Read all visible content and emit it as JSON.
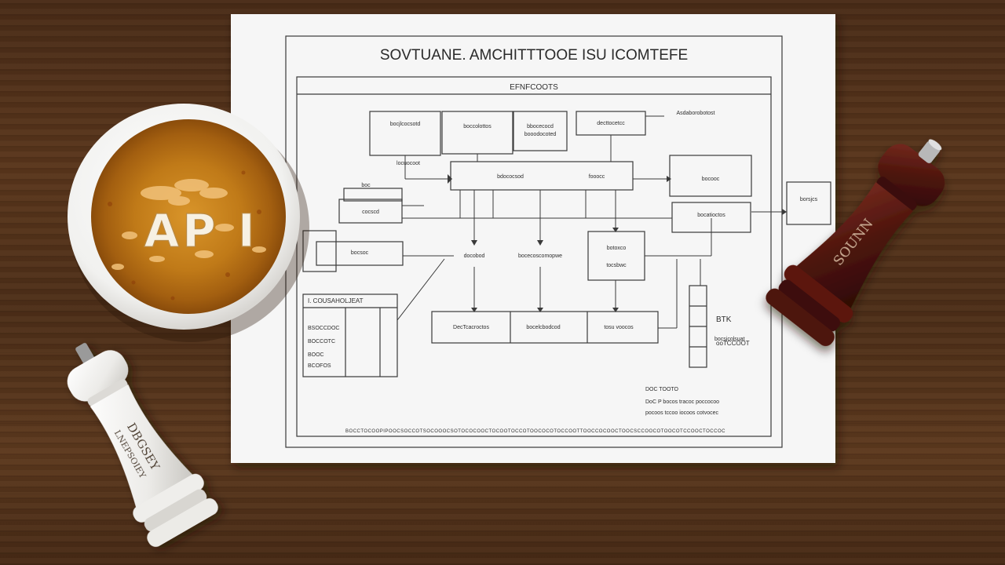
{
  "paper": {
    "title": "SOVTUANE. AMCHITTTOOE ISU ICOMTEFE",
    "frame_label": "EFNFCOOTS",
    "nodes": [
      "bocjlcocsotd",
      "boccolottos",
      "bbocecocd",
      "booodocoted",
      "decttocetcc",
      "locuocoot",
      "Asdaborobotost",
      "bdococsod",
      "fooocc",
      "bocooc",
      "bocatioctos",
      "borsjcs",
      "boc",
      "cocscd",
      "bocsoc",
      "docobod",
      "bocecoscomopwe",
      "botoxco",
      "tocsbwc",
      "DecTcacroctos",
      "bocelcbodcod",
      "tosu voocos",
      "bocsjcolsuat"
    ],
    "side_label": "BTK",
    "side_sub": "ooTCCOOT",
    "table_head": "I. COUSAHOLJEAT",
    "table_rows": [
      "BSOCCDOC",
      "BOCCOTC",
      "BOOC",
      "BCOFOS"
    ],
    "legend_title": "DOC TOOTO",
    "legend_rows": [
      "DoC P bocos  tracoc  poccocoo",
      "pocoos tccoo  iocoos  cotvocec"
    ],
    "footer_text": "BOCCTOCOOPIPOOCSOCCOTSOCOOOCSOTOCOCOOCTOCOOTOCCOTOOCOCOTOCCOOTTOOCCOCOOCTOOCSCCOOCOTOOCOTCCOOCTOCCOC"
  },
  "bowl": {
    "letters": "AP I"
  },
  "grinders": {
    "dark_label": "SOUNN",
    "white_label": "DBGSEY",
    "white_sublabel": "LNEPSOIEY"
  },
  "colors": {
    "paper": "#f6f6f6",
    "ink": "#2e2e2e",
    "soup": "#c9871e",
    "dark_grinder": "#5a1a12",
    "white_grinder": "#f2f2f0"
  }
}
